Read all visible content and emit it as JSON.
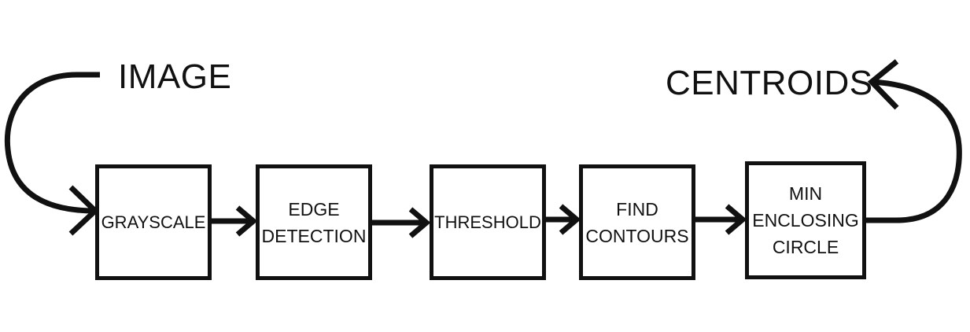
{
  "diagram": {
    "start_label": "IMAGE",
    "end_label": "CENTROIDS",
    "steps": [
      {
        "label": "GRAYSCALE"
      },
      {
        "label": "EDGE\nDETECTION"
      },
      {
        "label": "THRESHOLD"
      },
      {
        "label": "FIND\nCONTOURS"
      },
      {
        "label": "MIN\nENCLOSING\nCIRCLE"
      }
    ],
    "colors": {
      "stroke": "#111111",
      "background": "#ffffff"
    }
  }
}
